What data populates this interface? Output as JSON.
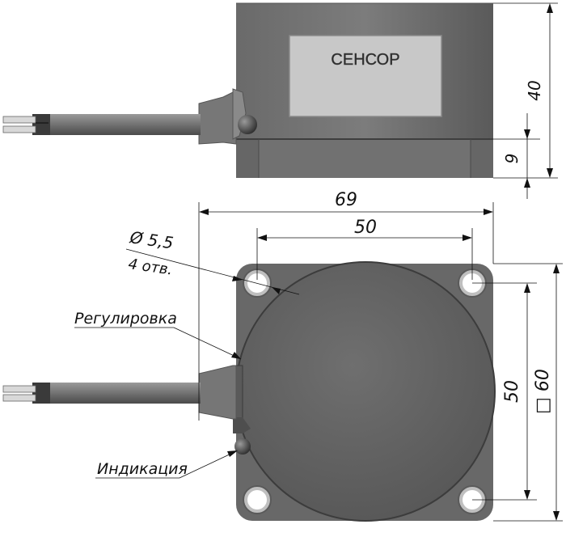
{
  "brand_label": "СЕНСОР",
  "dimensions": {
    "height_total": "40",
    "flange_height": "9",
    "overall_width": "69",
    "hole_spacing_horizontal": "50",
    "hole_spacing_vertical": "50",
    "square_size": "□ 60",
    "hole_diameter": "Ø 5,5",
    "hole_count": "4 отв."
  },
  "callouts": {
    "adjustment": "Регулировка",
    "indication": "Индикация"
  }
}
